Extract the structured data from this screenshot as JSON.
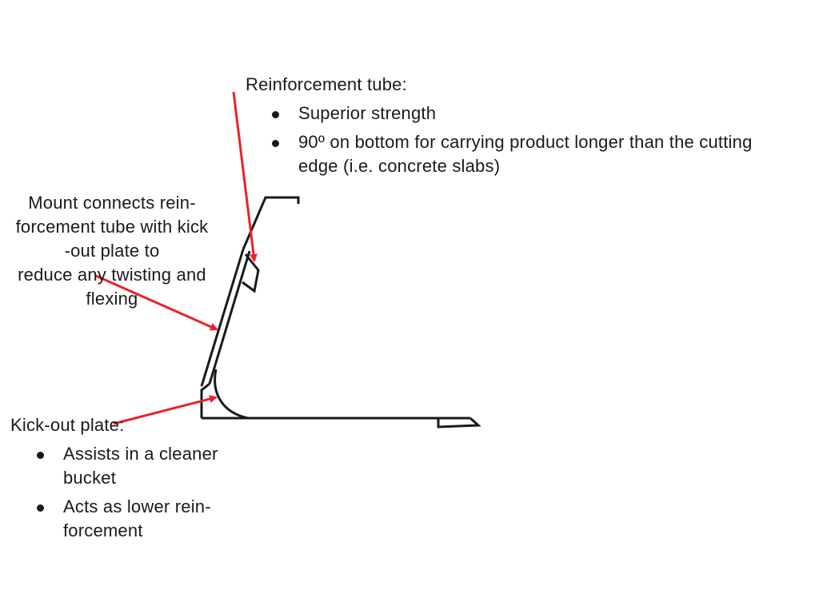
{
  "reinforcement_tube": {
    "title": "Reinforcement tube:",
    "bullets": [
      "Superior strength",
      "90º on bottom for carrying product longer than the cutting edge (i.e. concrete slabs)"
    ],
    "bullet_lines": [
      [
        "Superior strength"
      ],
      [
        "90º on bottom for carrying product longer than the cutting",
        "edge (i.e. concrete slabs)"
      ]
    ]
  },
  "mount": {
    "text_lines": [
      "Mount connects rein-",
      "forcement tube with kick",
      "-out plate to",
      "reduce any twisting and",
      "flexing"
    ]
  },
  "kick_out_plate": {
    "title": "Kick-out plate:",
    "bullets": [
      "Assists in a cleaner bucket",
      "Acts as lower reinforcement"
    ],
    "bullet_lines": [
      [
        "Assists in a cleaner",
        "bucket"
      ],
      [
        "Acts as lower rein-",
        "forcement"
      ]
    ]
  },
  "colors": {
    "arrow": "#e8222b",
    "outline": "#1a1a1a",
    "text": "#1a1a1a",
    "background": "#ffffff"
  }
}
